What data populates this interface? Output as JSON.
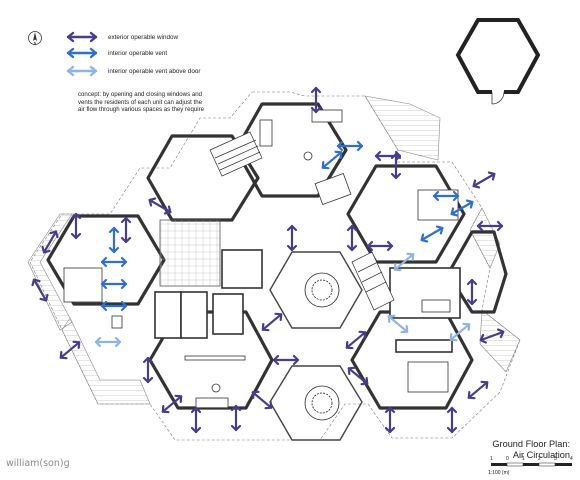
{
  "legend": {
    "items": [
      {
        "label": "exterior operable window",
        "color": "#4a3c8c"
      },
      {
        "label": "interior operable vent",
        "color": "#2f6fd0"
      },
      {
        "label": "interior operable vent above door",
        "color": "#8fb4e6"
      }
    ]
  },
  "concept_text": "concept: by opening and closing windows and vents the residents of each unit can adjust the air flow through various spaces as they require",
  "north_label": "N",
  "title": {
    "line1": "Ground Floor Plan:",
    "line2": "Air Circulation"
  },
  "scale": {
    "label": "1:100 (m)",
    "ticks": [
      "1",
      "0",
      "1",
      "2",
      "3",
      "4"
    ]
  },
  "signature": "william(son)g"
}
